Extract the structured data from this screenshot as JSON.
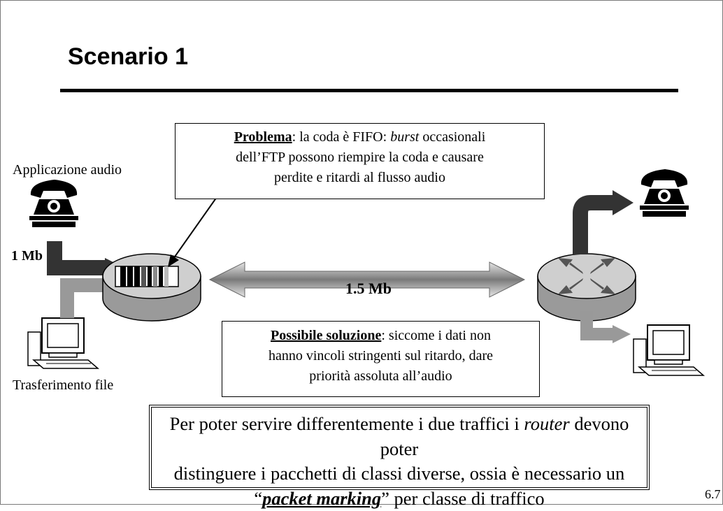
{
  "slide": {
    "title": "Scenario 1",
    "page_number": "6.7"
  },
  "labels": {
    "audio_app": "Applicazione audio",
    "rate_1mb": "1 Mb",
    "file_transfer": "Trasferimento file",
    "link_rate": "1.5 Mb"
  },
  "problem_box": {
    "heading": "Problema",
    "line1_a": ": la coda è FIFO: ",
    "line1_em": "burst",
    "line1_b": " occasionali",
    "line2": "dell’FTP possono riempire la coda e causare",
    "line3": "perdite e ritardi al flusso audio"
  },
  "solution_box": {
    "heading": "Possibile soluzione",
    "line1_a": ": siccome i dati non",
    "line2": "hanno vincoli stringenti sul ritardo, dare",
    "line3": "priorità assoluta all’audio"
  },
  "bottom_box": {
    "line1_a": "Per poter servire differentemente i due traffici i ",
    "line1_em": "router",
    "line1_b": " devono poter",
    "line2": "distinguere i pacchetti di classi diverse, ossia è necessario un",
    "line3_open": "“",
    "line3_em": "packet marking",
    "line3_b": "” per classe di traffico"
  },
  "icons": [
    "telephone-icon",
    "computer-icon",
    "router-icon",
    "queue-icon"
  ]
}
